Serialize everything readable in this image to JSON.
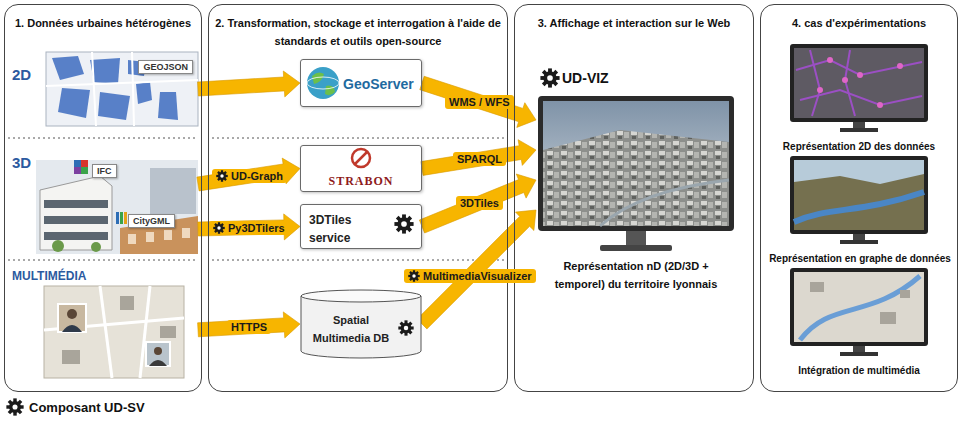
{
  "diagram": {
    "nodes": [
      {
        "text": [
          "1. Données urbaines hétérogènes"
        ]
      },
      {
        "text": [
          "2D",
          "GEOJSON"
        ],
        "in": 0
      },
      {
        "text": [
          "3D",
          "IFC",
          "CityGML"
        ],
        "in": 0
      },
      {
        "text": [
          "MULTIMÉDIA"
        ],
        "in": 0
      },
      {
        "text": [
          "2. Transformation, stockage et interrogation à l'aide de standards et outils open-source"
        ]
      },
      {
        "text": [
          "GeoServer"
        ],
        "in": 4
      },
      {
        "text": [
          "STRABON"
        ],
        "in": 4
      },
      {
        "text": [
          "3DTiles service"
        ],
        "in": 4
      },
      {
        "text": [
          "Spatial Multimedia DB"
        ],
        "in": 4
      },
      {
        "text": [
          "3. Affichage et interaction sur le Web"
        ]
      },
      {
        "text": [
          "UD-VIZ",
          "Représentation nD (2D/3D + temporel) du territoire lyonnais"
        ],
        "in": 9
      },
      {
        "text": [
          "4. cas d'expérimentations"
        ]
      },
      {
        "text": [
          "Représentation 2D des données"
        ],
        "in": 11
      },
      {
        "text": [
          "Représentation en graphe de données"
        ],
        "in": 11
      },
      {
        "text": [
          "Intégration de multimédia"
        ],
        "in": 11
      }
    ],
    "edges": [
      {
        "from": 1,
        "to": 5,
        "arrow": "to"
      },
      {
        "from": 2,
        "to": 6,
        "label": "UD-Graph",
        "arrow": "to"
      },
      {
        "from": 2,
        "to": 7,
        "label": "Py3DTilers",
        "arrow": "to"
      },
      {
        "from": 3,
        "to": 8,
        "label": "HTTPS",
        "arrow": "to"
      },
      {
        "from": 5,
        "to": 10,
        "label": "WMS / WFS",
        "arrow": "to"
      },
      {
        "from": 6,
        "to": 10,
        "label": "SPARQL",
        "arrow": "to"
      },
      {
        "from": 7,
        "to": 10,
        "label": "3DTiles",
        "arrow": "to"
      },
      {
        "from": 8,
        "to": 10,
        "label": "MultimediaVisualizer",
        "arrow": "to"
      }
    ],
    "legend": [
      {
        "text": "Composant UD-SV"
      }
    ]
  }
}
